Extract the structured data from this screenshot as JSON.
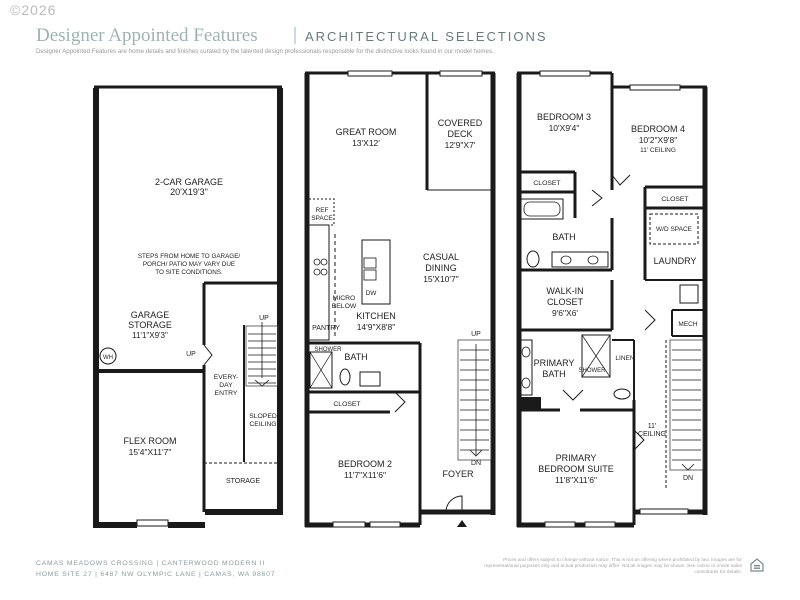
{
  "header": {
    "copyright": "©2026",
    "title": "Designer Appointed Features",
    "subtitle": "ARCHITECTURAL SELECTIONS",
    "description": "Designer Appointed Features are home details and finishes curated by the talented design professionals responsible for the distinctive looks found in our model homes."
  },
  "floor1": {
    "garage_name": "2-CAR GARAGE",
    "garage_dim": "20'X19'3\"",
    "steps_note_1": "STEPS FROM HOME TO GARAGE/",
    "steps_note_2": "PORCH/ PATIO MAY VARY DUE",
    "steps_note_3": "TO SITE CONDITIONS.",
    "garage_storage_1": "GARAGE",
    "garage_storage_2": "STORAGE",
    "garage_storage_dim": "11'1\"X9'3\"",
    "wh": "WH",
    "up_mid": "UP",
    "up_stair": "UP",
    "entry_1": "EVERY-",
    "entry_2": "DAY",
    "entry_3": "ENTRY",
    "sloped_1": "SLOPED",
    "sloped_2": "CEILING",
    "flex_name": "FLEX ROOM",
    "flex_dim": "15'4\"X11'7\"",
    "storage": "STORAGE"
  },
  "floor2": {
    "great_name": "GREAT ROOM",
    "great_dim": "13'X12'",
    "deck_1": "COVERED",
    "deck_2": "DECK",
    "deck_dim": "12'9\"X7'",
    "ref_1": "REF",
    "ref_2": "SPACE",
    "dining_1": "CASUAL",
    "dining_2": "DINING",
    "dining_dim": "15'X10'7\"",
    "micro_1": "MICRO",
    "micro_2": "BELOW",
    "dw": "DW",
    "kitchen_name": "KITCHEN",
    "kitchen_dim": "14'9\"X8'8\"",
    "pantry": "PANTRY",
    "up": "UP",
    "shower": "SHOWER",
    "bath": "BATH",
    "closet": "CLOSET",
    "bed2_name": "BEDROOM 2",
    "bed2_dim": "11'7\"X11'6\"",
    "foyer": "FOYER",
    "dn": "DN"
  },
  "floor3": {
    "bed3_name": "BEDROOM 3",
    "bed3_dim": "10'X9'4\"",
    "bed4_name": "BEDROOM 4",
    "bed4_dim": "10'2\"X9'8\"",
    "bed4_ceiling": "11' CEILING",
    "closet_a": "CLOSET",
    "closet_b": "CLOSET",
    "bath": "BATH",
    "wd_space": "W/D SPACE",
    "laundry": "LAUNDRY",
    "walkin_1": "WALK-IN",
    "walkin_2": "CLOSET",
    "walkin_dim": "9'6\"X6'",
    "mech": "MECH",
    "primary_bath_1": "PRIMARY",
    "primary_bath_2": "BATH",
    "shower": "SHOWER",
    "linen": "LINEN",
    "ceiling_1": "11'",
    "ceiling_2": "CEILING",
    "primary_suite_1": "PRIMARY",
    "primary_suite_2": "BEDROOM SUITE",
    "primary_suite_dim": "11'8\"X11'6\"",
    "dn": "DN"
  },
  "footer": {
    "line1": "CAMAS MEADOWS CROSSING  |  CANTERWOOD MODERN II",
    "line2": "HOME SITE 27  |  6487 NW OLYMPIC LANE  |  CAMAS, WA 98607",
    "disclaimer": "Prices and offers subject to change without notice. This is not an offering where prohibited by law. Images are for representational purposes only and actual production may differ. Not all images may be shown. See online or onsite sales consultants for details."
  },
  "colors": {
    "wall": "#1a1a1a",
    "title": "#9fb2b4",
    "subtitle": "#667b7e",
    "footer": "#8b9ba0"
  }
}
